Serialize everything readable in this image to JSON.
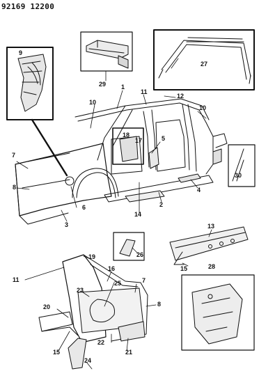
{
  "header": {
    "code": "92169 12200"
  },
  "callouts": [
    "9",
    "29",
    "27",
    "1",
    "11",
    "12",
    "10",
    "10",
    "18",
    "17",
    "5",
    "7",
    "8",
    "6",
    "3",
    "14",
    "2",
    "4",
    "30",
    "13",
    "15",
    "26",
    "28",
    "19",
    "16",
    "11",
    "23",
    "25",
    "7",
    "8",
    "20",
    "22",
    "21",
    "15",
    "24"
  ],
  "colors": {
    "ink": "#111111",
    "paper": "#ffffff"
  }
}
